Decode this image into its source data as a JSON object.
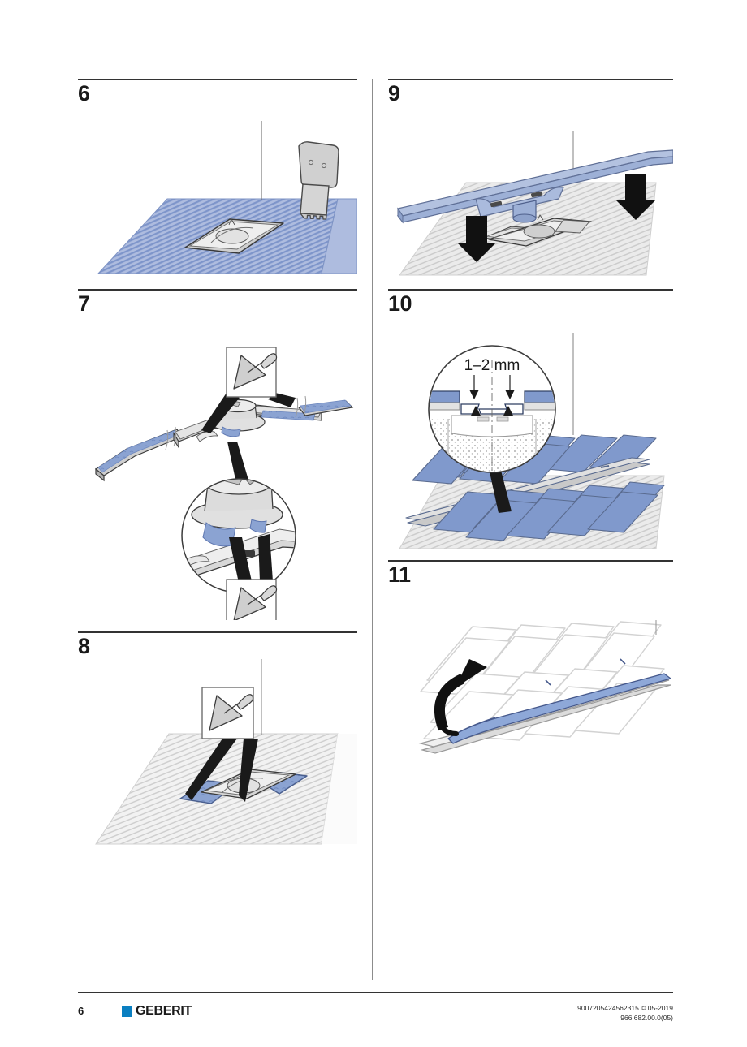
{
  "document": {
    "page_number": "6",
    "brand": "GEBERIT",
    "brand_mark_color": "#0a7fc1",
    "footer_code_line1": "9007205424562315 © 05-2019",
    "footer_code_line2": "966.682.00.0(05)"
  },
  "palette": {
    "tile_blue": "#8099cc",
    "tile_blue_light": "#a8bbdf",
    "channel_blue": "#9fb3d9",
    "floor_grey": "#e8e8e8",
    "metal_grey": "#d9d9d9",
    "line_dark": "#1f1f1f",
    "rule": "#333333"
  },
  "steps": [
    {
      "id": "step-6",
      "number": "6",
      "column": "left",
      "caption": "",
      "scene": "Combing tile adhesive over the blue waterproofing layer around the drain body with a notched trowel",
      "annotations": []
    },
    {
      "id": "step-7",
      "number": "7",
      "column": "left",
      "caption": "",
      "scene": "Applying adhesive to the channel body and the sealing collar, with trowel callouts and a magnified detail view",
      "annotations": []
    },
    {
      "id": "step-8",
      "number": "8",
      "column": "left",
      "caption": "",
      "scene": "Spreading adhesive beds either side of the drain body on the screed floor",
      "annotations": []
    },
    {
      "id": "step-9",
      "number": "9",
      "column": "right",
      "caption": "",
      "scene": "Lowering the drainage channel onto the prepared drain body, pressing down",
      "annotations": []
    },
    {
      "id": "step-10",
      "number": "10",
      "column": "right",
      "caption": "",
      "scene": "Laying tiles up to the channel, leaving a joint gap; magnified cross-section shows the required gap",
      "annotations": [
        {
          "name": "gap-dimension",
          "text": "1–2 mm"
        }
      ]
    },
    {
      "id": "step-11",
      "number": "11",
      "column": "right",
      "caption": "",
      "scene": "Lifting off the blue protective cover strip from the finished channel",
      "annotations": []
    }
  ]
}
